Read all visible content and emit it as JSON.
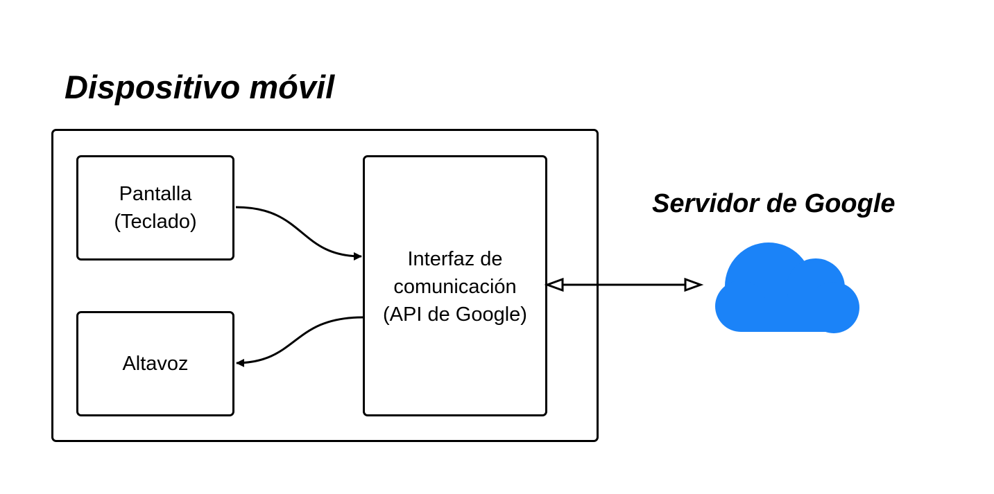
{
  "device": {
    "title": "Dispositivo móvil",
    "pantalla": {
      "line1": "Pantalla",
      "line2": "(Teclado)"
    },
    "altavoz": {
      "label": "Altavoz"
    },
    "interfaz": {
      "line1": "Interfaz de",
      "line2": "comunicación",
      "line3": "(API de Google)"
    }
  },
  "server": {
    "title": "Servidor de Google",
    "cloud_color": "#1b83f8",
    "icon": "cloud-icon"
  }
}
